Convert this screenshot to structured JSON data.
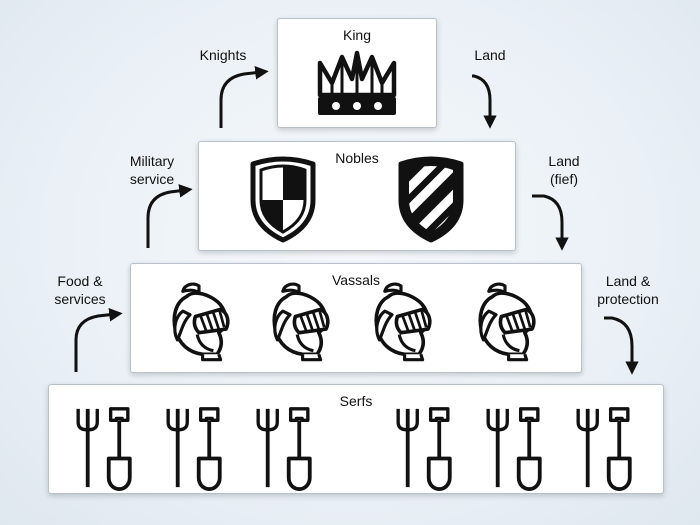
{
  "tiers": {
    "king": {
      "title": "King"
    },
    "nobles": {
      "title": "Nobles"
    },
    "vassals": {
      "title": "Vassals"
    },
    "serfs": {
      "title": "Serfs"
    }
  },
  "flows": {
    "knights": "Knights",
    "land_top": "Land",
    "military_1": "Military",
    "military_2": "service",
    "land_fief_1": "Land",
    "land_fief_2": "(fief)",
    "food_1": "Food &",
    "food_2": "services",
    "land_prot_1": "Land &",
    "land_prot_2": "protection"
  },
  "icons": {
    "king": "crown-icon",
    "nobles": [
      "quartered-shield-icon",
      "striped-shield-icon"
    ],
    "vassals": [
      "knight-helmet-icon",
      "knight-helmet-icon",
      "knight-helmet-icon",
      "knight-helmet-icon"
    ],
    "serfs": [
      "pitchfork-shovel-icon",
      "pitchfork-shovel-icon",
      "pitchfork-shovel-icon",
      "pitchfork-shovel-icon",
      "pitchfork-shovel-icon",
      "pitchfork-shovel-icon"
    ]
  },
  "colors": {
    "ink": "#111111",
    "box_border": "#b9c2cc",
    "background": "#eaf0f6"
  }
}
